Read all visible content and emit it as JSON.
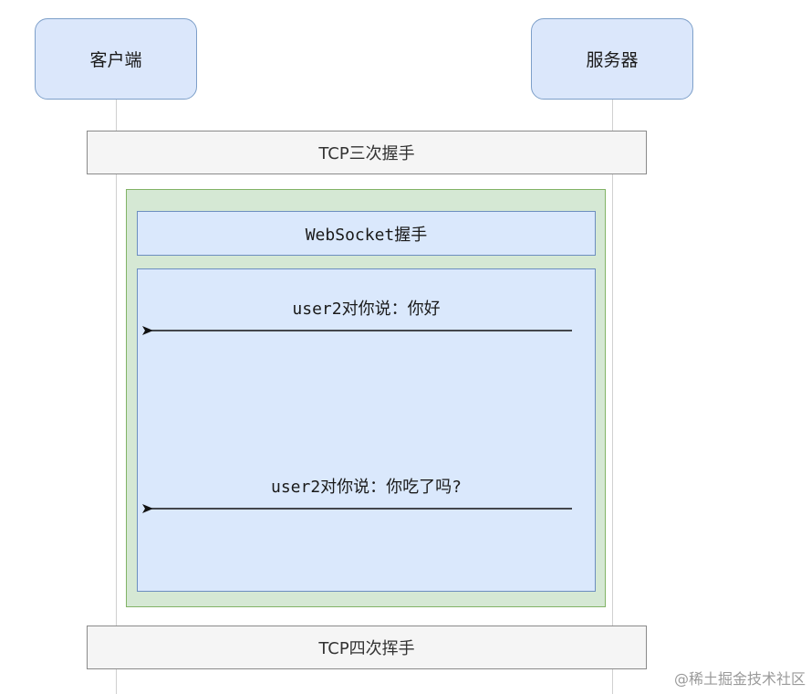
{
  "participants": {
    "client": "客户端",
    "server": "服务器"
  },
  "phases": {
    "tcp_open": "TCP三次握手",
    "ws_handshake": "WebSocket握手",
    "tcp_close": "TCP四次挥手"
  },
  "messages": [
    {
      "text": "user2对你说：你好",
      "direction": "server-to-client"
    },
    {
      "text": "user2对你说：你吃了吗?",
      "direction": "server-to-client"
    }
  ],
  "watermark": "@稀土掘金技术社区",
  "colors": {
    "actor_fill": "#dbe7fb",
    "actor_border": "#7d9fc9",
    "frame_green_fill": "#d5e8d4",
    "frame_green_border": "#82b366",
    "frame_blue_fill": "#dae8fc",
    "frame_blue_border": "#6c8ebf",
    "bar_fill": "#f5f5f5",
    "bar_border": "#8a8a8a",
    "arrow": "#111111"
  }
}
